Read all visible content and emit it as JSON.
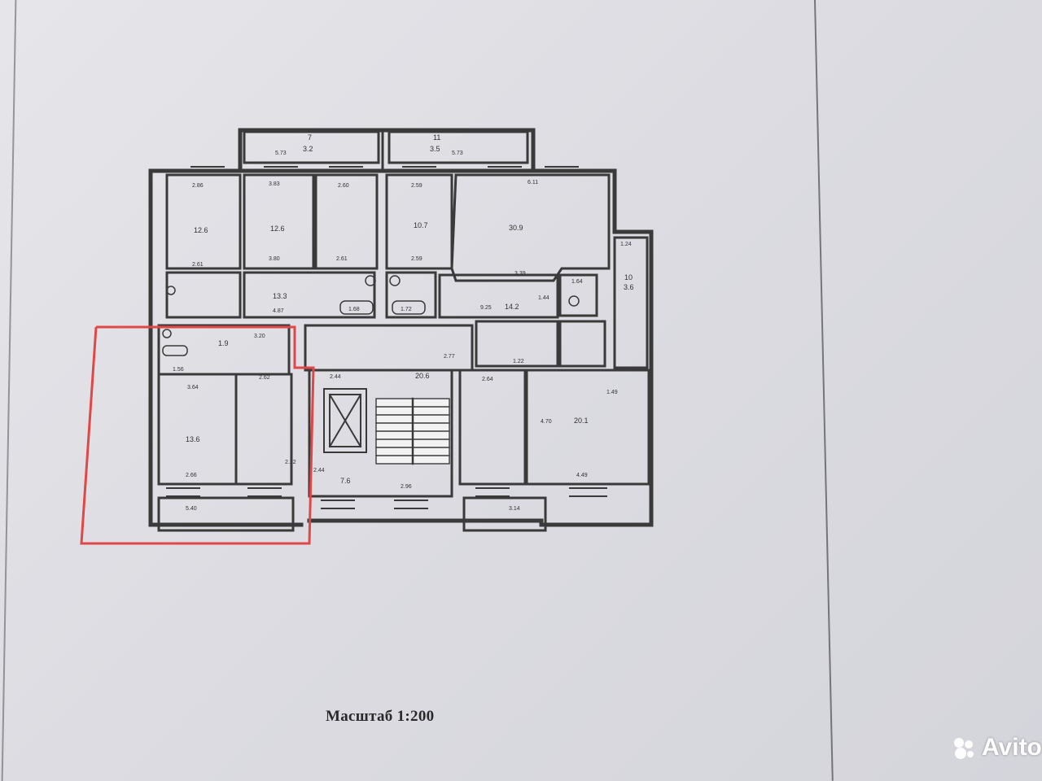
{
  "document": {
    "scale_label": "Масштаб 1:200",
    "watermark": "Avito"
  },
  "room_labels": [
    {
      "id": "r7t",
      "text": "7"
    },
    {
      "id": "r7a",
      "text": "3.2"
    },
    {
      "id": "r11t",
      "text": "11"
    },
    {
      "id": "r11a",
      "text": "3.5"
    },
    {
      "id": "d573a",
      "text": "5.73"
    },
    {
      "id": "d573b",
      "text": "5.73"
    },
    {
      "id": "d286",
      "text": "2.86"
    },
    {
      "id": "d383",
      "text": "3.83"
    },
    {
      "id": "d260",
      "text": "2.60"
    },
    {
      "id": "d259",
      "text": "2.59"
    },
    {
      "id": "d611",
      "text": "6.11"
    },
    {
      "id": "a126a",
      "text": "12.6"
    },
    {
      "id": "a126b",
      "text": "12.6"
    },
    {
      "id": "a107",
      "text": "10.7"
    },
    {
      "id": "a309",
      "text": "30.9"
    },
    {
      "id": "d261",
      "text": "2.61"
    },
    {
      "id": "d380",
      "text": "3.80"
    },
    {
      "id": "d261b",
      "text": "2.61"
    },
    {
      "id": "d259b",
      "text": "2.59"
    },
    {
      "id": "d339",
      "text": "3.39"
    },
    {
      "id": "d124",
      "text": "1.24"
    },
    {
      "id": "r10t",
      "text": "10"
    },
    {
      "id": "a36",
      "text": "3.6"
    },
    {
      "id": "a133",
      "text": "13.3"
    },
    {
      "id": "d487",
      "text": "4.87"
    },
    {
      "id": "d168",
      "text": "1.68"
    },
    {
      "id": "d172",
      "text": "1.72"
    },
    {
      "id": "d925",
      "text": "9.25"
    },
    {
      "id": "a142",
      "text": "14.2"
    },
    {
      "id": "d144",
      "text": "1.44"
    },
    {
      "id": "d164",
      "text": "1.64"
    },
    {
      "id": "a19",
      "text": "1.9"
    },
    {
      "id": "d320",
      "text": "3.20"
    },
    {
      "id": "d156",
      "text": "1.56"
    },
    {
      "id": "d244",
      "text": "2.44"
    },
    {
      "id": "a206",
      "text": "20.6"
    },
    {
      "id": "d277",
      "text": "2.77"
    },
    {
      "id": "d122",
      "text": "1.22"
    },
    {
      "id": "d149",
      "text": "1.49"
    },
    {
      "id": "d364",
      "text": "3.64"
    },
    {
      "id": "d262",
      "text": "2.62"
    },
    {
      "id": "a136",
      "text": "13.6"
    },
    {
      "id": "d266",
      "text": "2.66"
    },
    {
      "id": "d244b",
      "text": "2.44"
    },
    {
      "id": "a76",
      "text": "7.6"
    },
    {
      "id": "d296",
      "text": "2.96"
    },
    {
      "id": "d264",
      "text": "2.64"
    },
    {
      "id": "d470",
      "text": "4.70"
    },
    {
      "id": "a201",
      "text": "20.1"
    },
    {
      "id": "d449",
      "text": "4.49"
    },
    {
      "id": "d540",
      "text": "5.40"
    },
    {
      "id": "d314",
      "text": "3.14"
    },
    {
      "id": "d222",
      "text": "2.22"
    }
  ],
  "colors": {
    "paper": "#dedee4",
    "ink": "#3a3a3a",
    "highlight": "#e04848",
    "stair_bg": "#f2f2f2"
  }
}
